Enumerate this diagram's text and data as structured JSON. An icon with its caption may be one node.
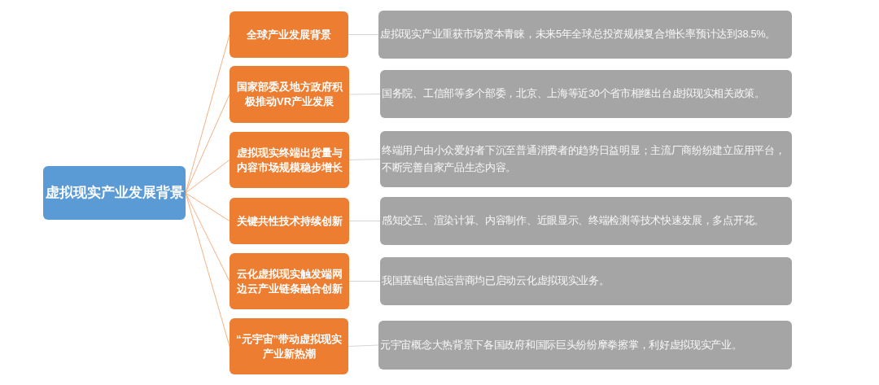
{
  "diagram": {
    "nodes": [
      {
        "text": [
          "虚拟现实产业发展背景"
        ]
      },
      {
        "text": [
          "全球产业发展背景"
        ]
      },
      {
        "text": [
          "国家部委及地方政府积极推动VR产业发展"
        ]
      },
      {
        "text": [
          "虚拟现实终端出货量与内容市场规模稳步增长"
        ]
      },
      {
        "text": [
          "关键共性技术持续创新"
        ]
      },
      {
        "text": [
          "云化虚拟现实触发端网边云产业链条融合创新"
        ]
      },
      {
        "text": [
          "“元宇宙”带动虚拟现实产业新热潮"
        ]
      },
      {
        "text": [
          "虚拟现实产业重获市场资本青睐，未来5年全球总投资规模复合增长率预计达到38.5%。"
        ]
      },
      {
        "text": [
          "国务院、工信部等多个部委，北京、上海等近30个省市相继出台虚拟现实相关政策。"
        ]
      },
      {
        "text": [
          "终端用户由小众爱好者下沉至普通消费者的趋势日益明显；主流厂商纷纷建立应用平台，不断完善自家产品生态内容。"
        ]
      },
      {
        "text": [
          "感知交互、渲染计算、内容制作、近眼显示、终端检测等技术快速发展，多点开花。"
        ]
      },
      {
        "text": [
          "我国基础电信运营商均已启动云化虚拟现实业务。"
        ]
      },
      {
        "text": [
          "元宇宙概念大热背景下各国政府和国际巨头纷纷摩拳擦掌，利好虚拟现实产业。"
        ]
      }
    ],
    "edges": [
      {
        "from": 0,
        "to": 1,
        "arrow": "none",
        "color": "#f4b183"
      },
      {
        "from": 0,
        "to": 2,
        "arrow": "none",
        "color": "#f4b183"
      },
      {
        "from": 0,
        "to": 3,
        "arrow": "none",
        "color": "#f4b183"
      },
      {
        "from": 0,
        "to": 4,
        "arrow": "none",
        "color": "#f4b183"
      },
      {
        "from": 0,
        "to": 5,
        "arrow": "none",
        "color": "#f4b183"
      },
      {
        "from": 0,
        "to": 6,
        "arrow": "none",
        "color": "#f4b183"
      },
      {
        "from": 1,
        "to": 7,
        "arrow": "none"
      },
      {
        "from": 2,
        "to": 8,
        "arrow": "none"
      },
      {
        "from": 3,
        "to": 9,
        "arrow": "none"
      },
      {
        "from": 4,
        "to": 10,
        "arrow": "none"
      },
      {
        "from": 5,
        "to": 11,
        "arrow": "none"
      },
      {
        "from": 6,
        "to": 12,
        "arrow": "none"
      }
    ]
  }
}
